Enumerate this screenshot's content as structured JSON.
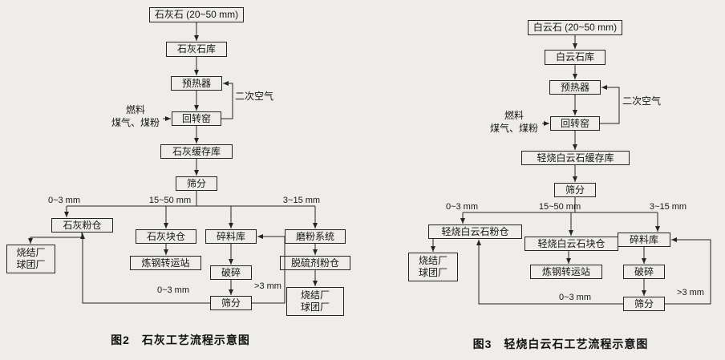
{
  "colors": {
    "paper": "#efedea",
    "ink": "#242424"
  },
  "fig2": {
    "caption": "图2　石灰工艺流程示意图",
    "nodes": {
      "limestone": "石灰石 (20~50 mm)",
      "limestone_silo": "石灰石库",
      "preheater": "预热器",
      "rotary_kiln": "回转窑",
      "lime_buffer_silo": "石灰缓存库",
      "screening_top": "筛分",
      "lime_powder_bin": "石灰粉仓",
      "sinter_pellet_plant_left": "烧结厂\n球团厂",
      "lime_lump_bin": "石灰块仓",
      "steelmaking_transfer_station": "炼钢转运站",
      "crushed_material_silo": "碎料库",
      "crushing": "破碎",
      "screening_bottom": "筛分",
      "grinding_system": "磨粉系统",
      "desulfurizer_powder_bin": "脱硫剂粉仓",
      "sinter_pellet_plant_right": "烧结厂\n球团厂"
    },
    "labels": {
      "secondary_air": "二次空气",
      "fuel": "燃料\n煤气、煤粉",
      "size_0_3": "0~3 mm",
      "size_15_50": "15~50 mm",
      "size_3_15": "3~15 mm",
      "size_0_3_return": "0~3 mm",
      "size_gt_3": ">3 mm"
    }
  },
  "fig3": {
    "caption": "图3　轻烧白云石工艺流程示意图",
    "nodes": {
      "dolomite": "白云石 (20~50 mm)",
      "dolomite_silo": "白云石库",
      "preheater": "预热器",
      "rotary_kiln": "回转窑",
      "buffer_silo": "轻烧白云石缓存库",
      "screening_top": "筛分",
      "powder_bin": "轻烧白云石粉仓",
      "sinter_pellet_plant": "烧结厂\n球团厂",
      "lump_bin": "轻烧白云石块仓",
      "steelmaking_transfer_station": "炼钢转运站",
      "crushed_material_silo": "碎料库",
      "crushing": "破碎",
      "screening_bottom": "筛分"
    },
    "labels": {
      "secondary_air": "二次空气",
      "fuel": "燃料\n煤气、煤粉",
      "size_0_3": "0~3 mm",
      "size_15_50": "15~50 mm",
      "size_3_15": "3~15 mm",
      "size_0_3_return": "0~3 mm",
      "size_gt_3": ">3 mm"
    }
  }
}
